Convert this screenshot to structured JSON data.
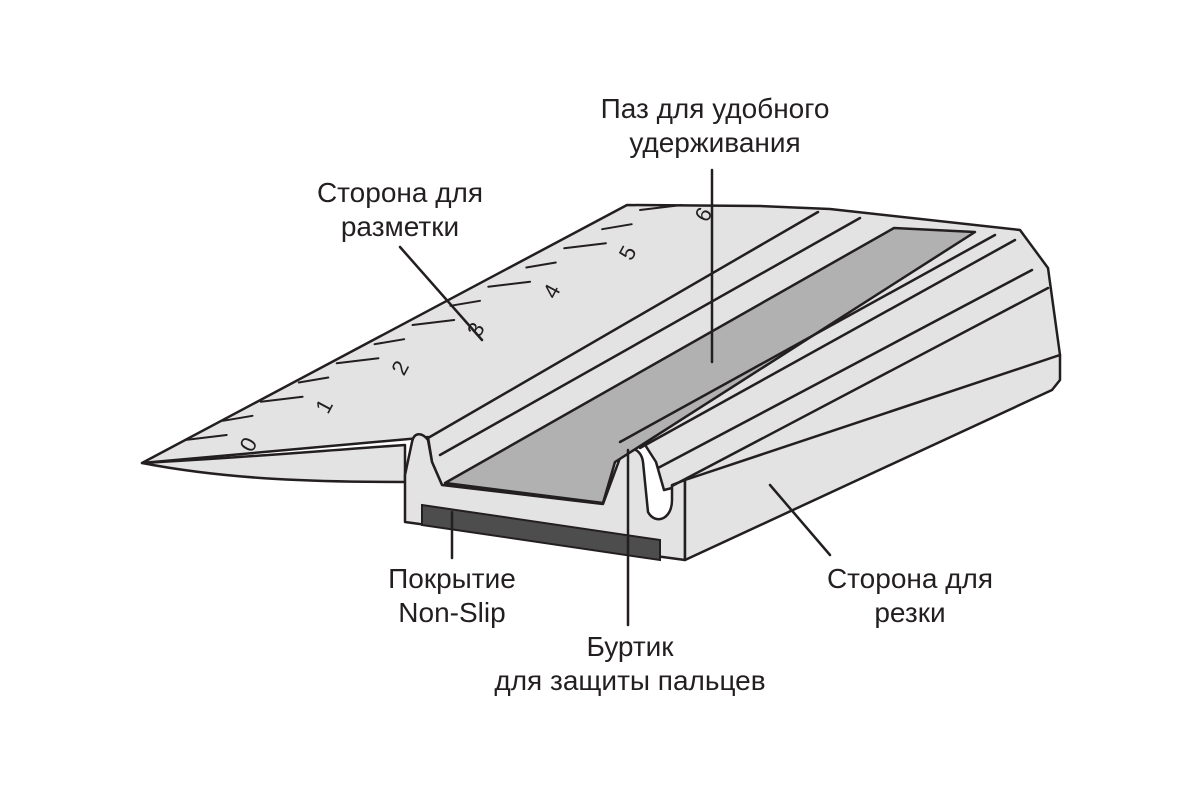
{
  "labels": {
    "groove": {
      "line1": "Паз для удобного",
      "line2": "удерживания"
    },
    "marking_side": {
      "line1": "Сторона для",
      "line2": "разметки"
    },
    "coating": {
      "line1": "Покрытие",
      "line2": "Non-Slip"
    },
    "finger_guard": {
      "line1": "Буртик",
      "line2": "для защиты пальцев"
    },
    "cutting_side": {
      "line1": "Сторона для",
      "line2": "резки"
    }
  },
  "scale_numbers": [
    "0",
    "1",
    "2",
    "3",
    "4",
    "5",
    "6"
  ],
  "colors": {
    "ruler_face": "#e3e3e3",
    "groove_fill": "#b1b1b1",
    "coating_strip": "#4d4d4d",
    "outline": "#231f20",
    "text": "#231f20"
  }
}
